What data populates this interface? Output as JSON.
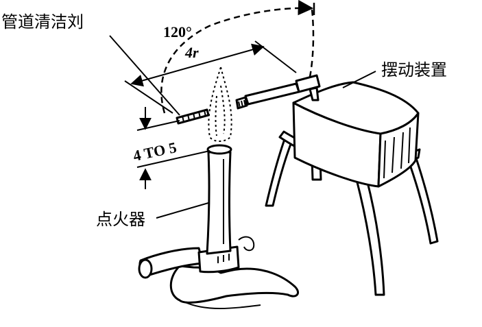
{
  "labels": {
    "cleaner": "管道清洁刘",
    "angle": "120°",
    "distance_4r": "4r",
    "swing_device": "摆动装置",
    "gap": "4 TO 5",
    "igniter": "点火器"
  }
}
